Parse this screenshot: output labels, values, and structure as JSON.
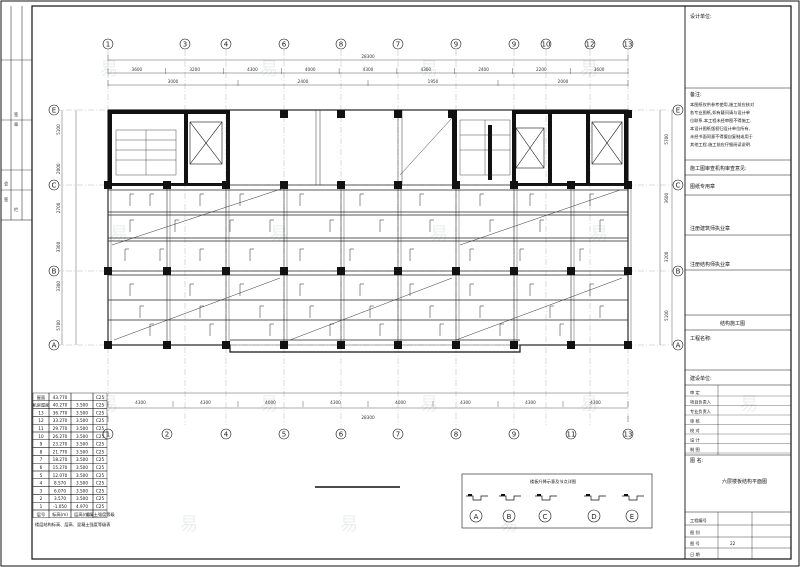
{
  "grid": {
    "columns": [
      "1",
      "3",
      "4",
      "6",
      "8",
      "7",
      "9",
      "9",
      "10",
      "12",
      "13"
    ],
    "columns_bottom": [
      "1",
      "2",
      "4",
      "5",
      "6",
      "7",
      "8",
      "9",
      "11",
      "13"
    ],
    "rows": [
      "E",
      "C",
      "B",
      "A"
    ],
    "top_dims_row1": [
      "28300"
    ],
    "top_dims_row2": [
      "3600",
      "3200",
      "4300",
      "4000",
      "4300",
      "4300",
      "2400",
      "2200",
      "3600"
    ],
    "top_dims_row3": [
      "3000",
      "2400",
      "1950",
      "2000"
    ],
    "bottom_dims_row1": [
      "4300",
      "4300",
      "4000",
      "4300",
      "4000",
      "4300",
      "4300",
      "4300"
    ],
    "bottom_dims_row2": [
      "28300"
    ],
    "left_dims": [
      "5100",
      "2000",
      "2700",
      "3300",
      "3300",
      "5700"
    ],
    "right_dims": [
      "5700",
      "3600",
      "3200",
      "5100"
    ]
  },
  "title_block": {
    "design_unit": "设计单位:",
    "notes_title": "备注:",
    "notes_lines": [
      "本图纸仅供参考使用,施工前应核对",
      "各专业图纸,如有疑问请与设计单",
      "位联系.本工程未经审图不得施工.",
      "本设计图纸版权归设计单位所有,",
      "未经书面同意不得擅自复制或用于",
      "其他工程.施工前应仔细阅读说明."
    ],
    "review_opinion": "施工图审查机构审查意见:",
    "stamp_use": "图纸专用章",
    "reg_arch": "注册建筑师执业章",
    "reg_struct": "注册结构师执业章",
    "drawing_name_box": "结构施工图",
    "project_name": "工程名称:",
    "building_unit": "建设单位:",
    "roles": [
      "审 定",
      "项目负责人",
      "专业负责人",
      "审 核",
      "校 对",
      "设 计",
      "制 图"
    ],
    "drawing_title_label": "图 名:",
    "drawing_title": "六层楼板结构平面图",
    "project_no_label": "工程编号",
    "category_label": "图 别",
    "sheet_no_label": "图 号",
    "sheet_no": "22",
    "date_label": "日 期"
  },
  "floor_table": {
    "header": [
      "层号",
      "标高(m)",
      "层高(m)",
      "混凝土强度等级"
    ],
    "rows": [
      [
        "屋面",
        "43.770",
        "",
        "C25"
      ],
      [
        "机房屋面",
        "40.270",
        "3.500",
        "C25"
      ],
      [
        "13",
        "36.770",
        "3.500",
        "C25"
      ],
      [
        "12",
        "33.270",
        "3.500",
        "C25"
      ],
      [
        "11",
        "29.770",
        "3.500",
        "C25"
      ],
      [
        "10",
        "26.270",
        "3.500",
        "C25"
      ],
      [
        "9",
        "23.270",
        "3.500",
        "C25"
      ],
      [
        "8",
        "21.770",
        "3.500",
        "C25"
      ],
      [
        "7",
        "18.270",
        "3.500",
        "C25"
      ],
      [
        "6",
        "15.270",
        "3.500",
        "C25"
      ],
      [
        "5",
        "12.070",
        "3.500",
        "C25"
      ],
      [
        "4",
        "8.570",
        "3.500",
        "C25"
      ],
      [
        "3",
        "6.070",
        "3.500",
        "C25"
      ],
      [
        "2",
        "3.570",
        "3.500",
        "C25"
      ],
      [
        "1",
        "-1.050",
        "4.970",
        "C25"
      ]
    ],
    "footnote": "楼层结构标高、层高、混凝土强度等级表"
  },
  "section_legend": {
    "title": "楼板升降示意及节点详图",
    "markers": [
      "A",
      "B",
      "C",
      "D",
      "E"
    ]
  },
  "left_strip": {
    "labels": [
      "签",
      "章",
      "会",
      "签",
      "栏"
    ]
  },
  "watermark": "易"
}
